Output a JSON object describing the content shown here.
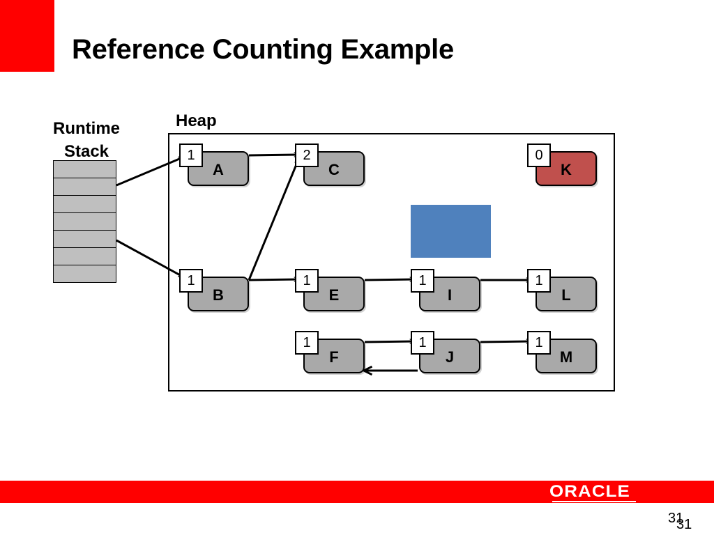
{
  "slide": {
    "title": "Reference Counting Example",
    "page_number": "31"
  },
  "stack": {
    "label_line1": "Runtime",
    "label_line2": "Stack",
    "slots": 7
  },
  "heap": {
    "label": "Heap"
  },
  "nodes": [
    {
      "id": "A",
      "label": "A",
      "count": "1",
      "style": "live"
    },
    {
      "id": "B",
      "label": "B",
      "count": "1",
      "style": "live"
    },
    {
      "id": "C",
      "label": "C",
      "count": "2",
      "style": "live"
    },
    {
      "id": "E",
      "label": "E",
      "count": "1",
      "style": "live"
    },
    {
      "id": "F",
      "label": "F",
      "count": "1",
      "style": "live"
    },
    {
      "id": "I",
      "label": "I",
      "count": "1",
      "style": "live"
    },
    {
      "id": "J",
      "label": "J",
      "count": "1",
      "style": "live"
    },
    {
      "id": "K",
      "label": "K",
      "count": "0",
      "style": "garbage"
    },
    {
      "id": "L",
      "label": "L",
      "count": "1",
      "style": "live"
    },
    {
      "id": "M",
      "label": "M",
      "count": "1",
      "style": "live"
    }
  ],
  "edges": [
    {
      "from": "stack",
      "to": "A"
    },
    {
      "from": "stack",
      "to": "B"
    },
    {
      "from": "A",
      "to": "C"
    },
    {
      "from": "B",
      "to": "C"
    },
    {
      "from": "B",
      "to": "E"
    },
    {
      "from": "E",
      "to": "I"
    },
    {
      "from": "I",
      "to": "L"
    },
    {
      "from": "F",
      "to": "J"
    },
    {
      "from": "J",
      "to": "F"
    },
    {
      "from": "J",
      "to": "M"
    }
  ],
  "footer": {
    "logo_text": "ORACLE"
  },
  "colors": {
    "brand_red": "#ff0000",
    "node_fill": "#a9a9a9",
    "garbage_fill": "#c0504d",
    "stack_fill": "#bfbfbf",
    "highlight_blue": "#4f81bd"
  }
}
